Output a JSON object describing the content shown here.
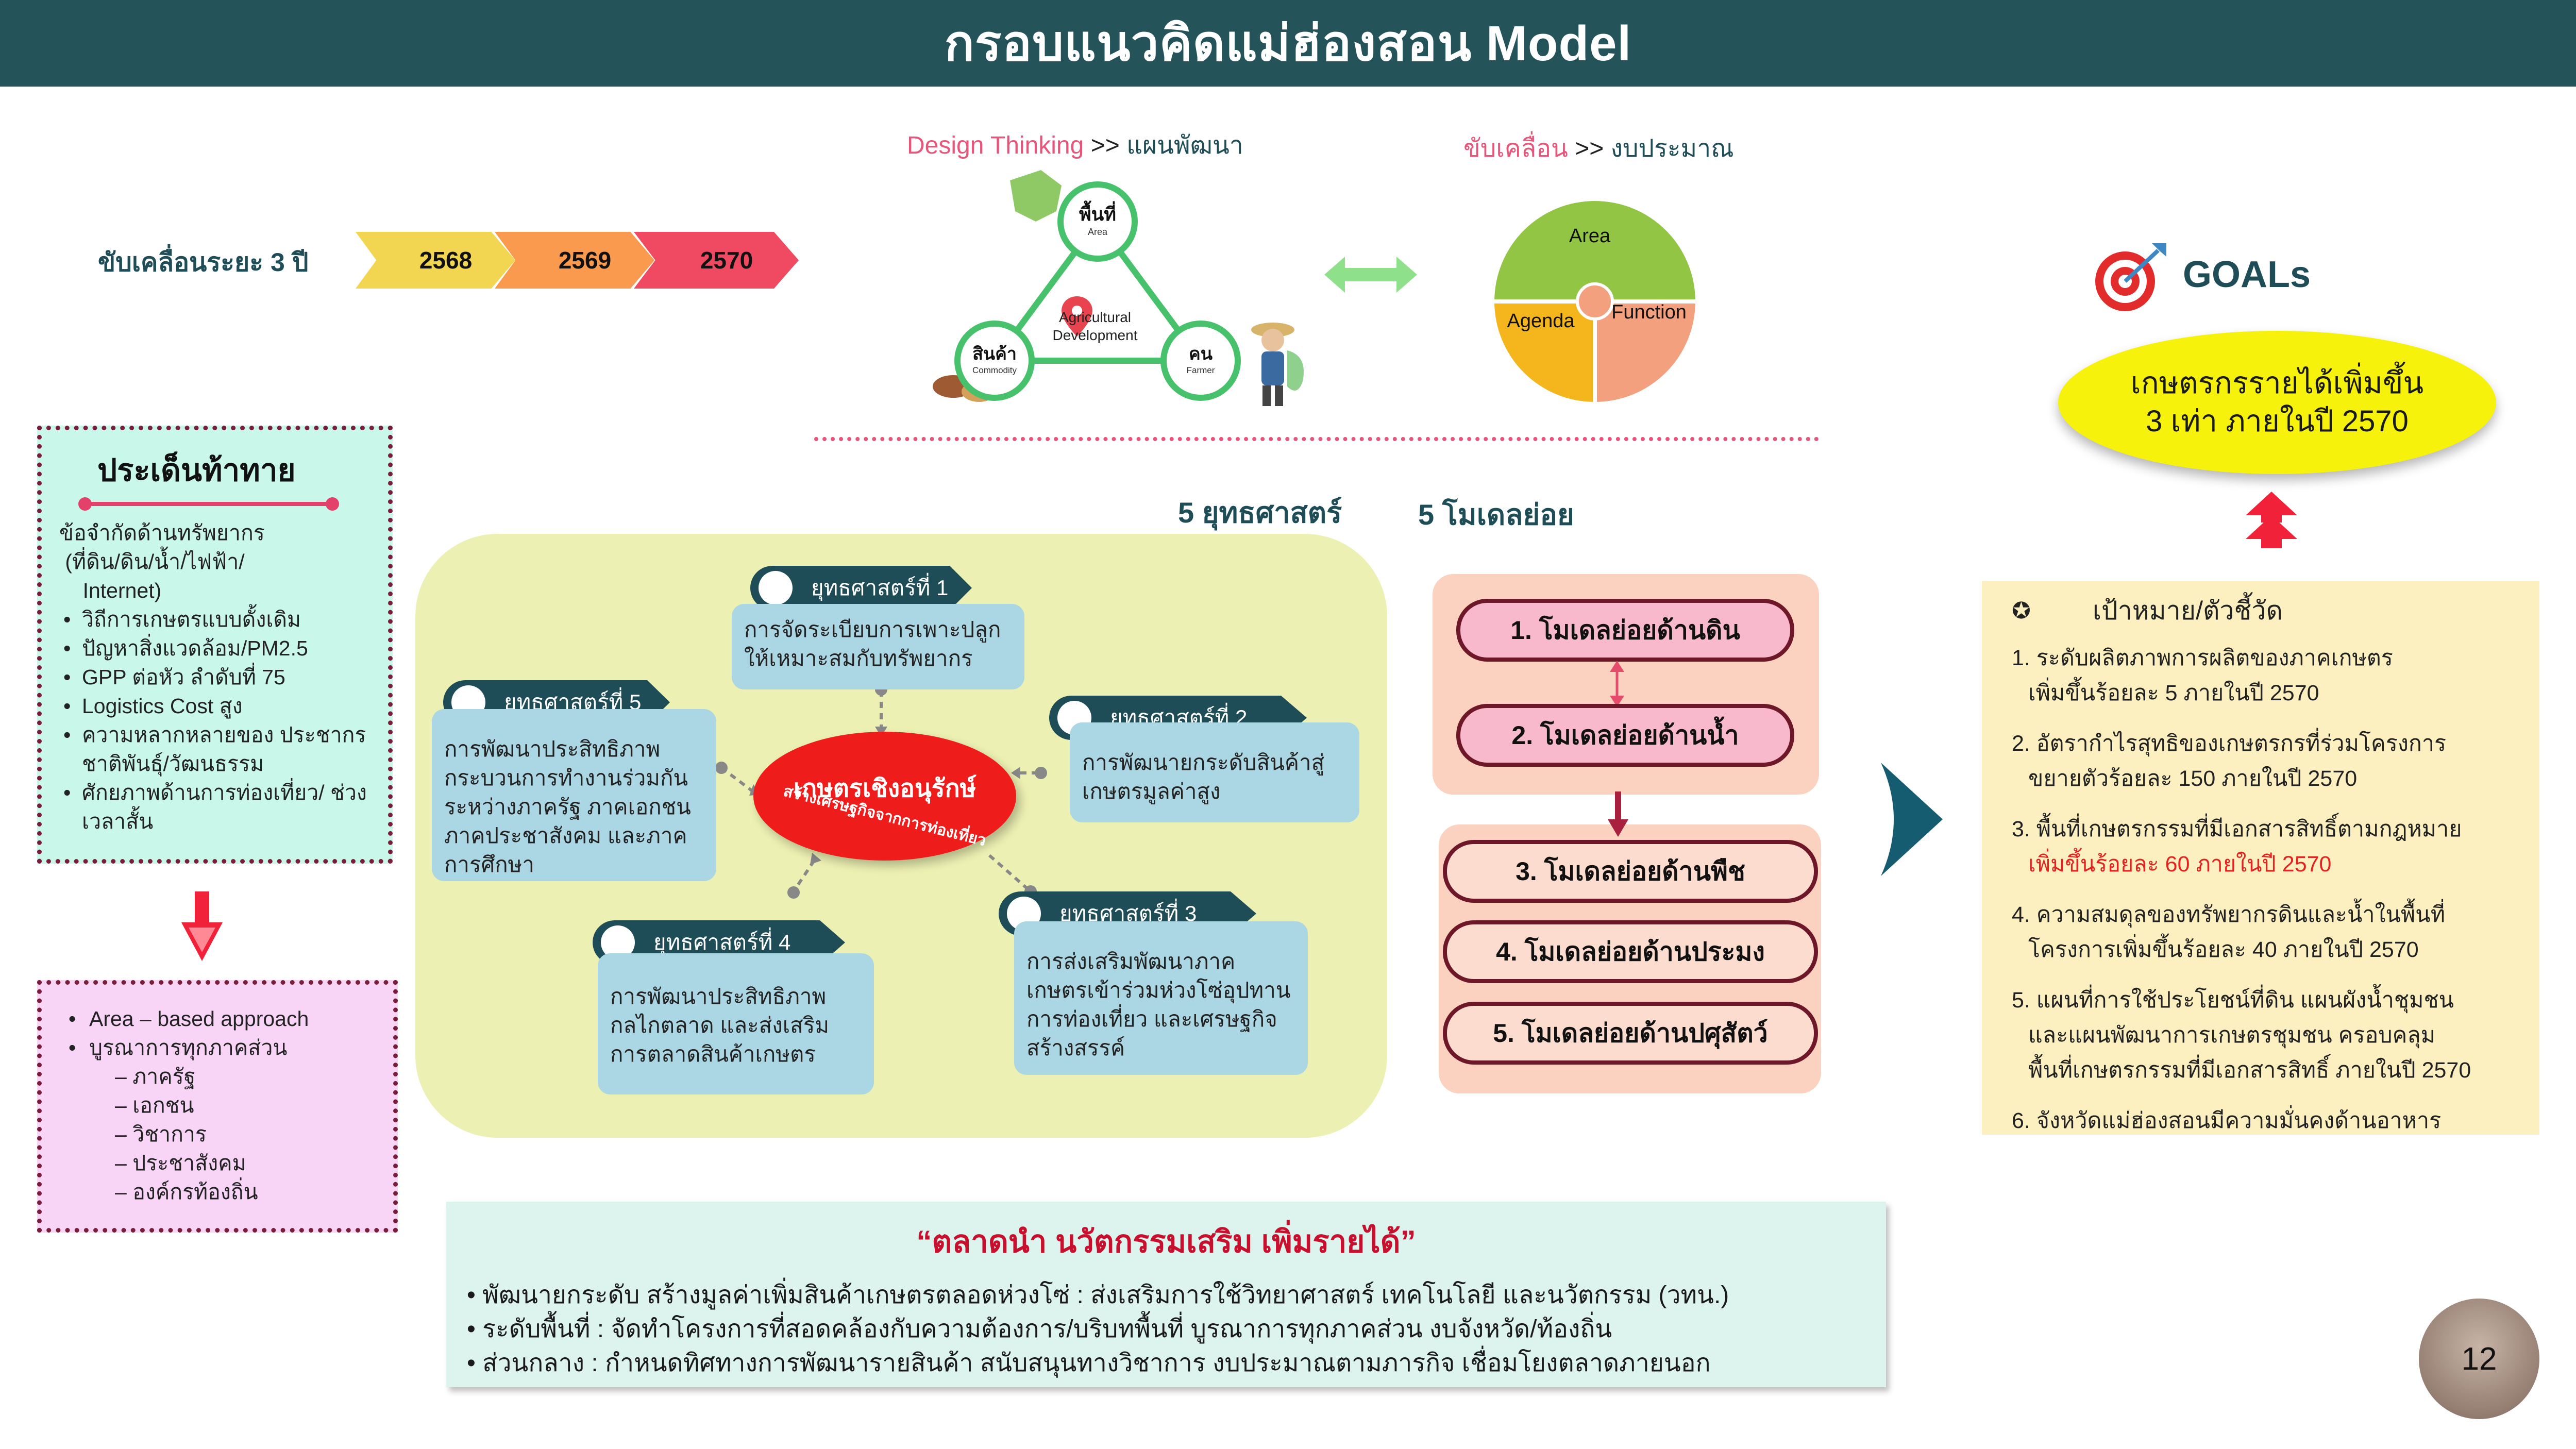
{
  "header": {
    "title": "กรอบแนวคิดแม่ฮ่องสอน Model"
  },
  "timeline": {
    "label": "ขับเคลื่อนระยะ 3 ปี",
    "years": [
      "2568",
      "2569",
      "2570"
    ]
  },
  "design": {
    "prefix": "Design Thinking",
    "arrow": ">>",
    "suffix": "แผนพัฒนา",
    "nodes": {
      "area_th": "พื้นที่",
      "area_en": "Area",
      "commodity_th": "สินค้า",
      "commodity_en": "Commodity",
      "farmer_th": "คน",
      "farmer_en": "Farmer",
      "center_line1": "Agricultural",
      "center_line2": "Development"
    }
  },
  "budget": {
    "prefix": "ขับเคลื่อน",
    "arrow": ">>",
    "suffix": "งบประมาณ",
    "pieces": {
      "area": "Area",
      "agenda": "Agenda",
      "function": "Function"
    }
  },
  "challenges": {
    "title": "ประเด็นท้าทาย",
    "intro": [
      "ข้อจำกัดด้านทรัพยากร",
      " (ที่ดิน/ดิน/น้ำ/ไฟฟ้า/",
      "    Internet)"
    ],
    "items": [
      "วิถีการเกษตรแบบดั้งเดิม",
      "ปัญหาสิ่งแวดล้อม/PM2.5",
      "GPP ต่อหัว ลำดับที่ 75",
      "Logistics Cost สูง",
      "ความหลากหลายของ ประชากรชาติพันธุ์/วัฒนธรรม",
      "ศักยภาพด้านการท่องเที่ยว/ ช่วงเวลาสั้น"
    ]
  },
  "approach": {
    "items": [
      "Area – based approach",
      "บูรณาการทุกภาคส่วน"
    ],
    "sub": [
      "– ภาครัฐ",
      "– เอกชน",
      "– วิชาการ",
      "– ประชาสังคม",
      "– องค์กรท้องถิ่น"
    ]
  },
  "strategies": {
    "heading": "5 ยุทธศาสตร์",
    "center_title": "เกษตรเชิงอนุรักษ์",
    "center_sub": "สร้างเศรษฐกิจจากการท่องเที่ยว",
    "list": [
      {
        "tag": "ยุทธศาสตร์ที่ 1",
        "text": "การจัดระเบียบการเพาะปลูกให้เหมาะสมกับทรัพยากร"
      },
      {
        "tag": "ยุทธศาสตร์ที่ 2",
        "text": "การพัฒนายกระดับสินค้าสู่เกษตรมูลค่าสูง"
      },
      {
        "tag": "ยุทธศาสตร์ที่ 3",
        "text": "การส่งเสริมพัฒนาภาคเกษตรเข้าร่วมห่วงโซ่อุปทานการท่องเที่ยว และเศรษฐกิจสร้างสรรค์"
      },
      {
        "tag": "ยุทธศาสตร์ที่ 4",
        "text": "การพัฒนาประสิทธิภาพกลไกตลาด และส่งเสริมการตลาดสินค้าเกษตร"
      },
      {
        "tag": "ยุทธศาสตร์ที่ 5",
        "text": "การพัฒนาประสิทธิภาพกระบวนการทำงานร่วมกันระหว่างภาครัฐ ภาคเอกชน ภาคประชาสังคม และภาคการศึกษา"
      }
    ]
  },
  "submodels": {
    "heading": "5 โมเดลย่อย",
    "items": [
      "1. โมเดลย่อยด้านดิน",
      "2. โมเดลย่อยด้านน้ำ",
      "3. โมเดลย่อยด้านพืช",
      "4. โมเดลย่อยด้านประมง",
      "5. โมเดลย่อยด้านปศุสัตว์"
    ]
  },
  "goals": {
    "label": "GOALs",
    "main_line1": "เกษตรกรรายได้เพิ่มขึ้น",
    "main_line2": "3 เท่า ภายในปี 2570",
    "targets_title": "เป้าหมาย/ตัวชี้วัด",
    "targets": [
      {
        "l1": "1. ระดับผลิตภาพการผลิตของภาคเกษตร",
        "l2": "เพิ่มขึ้นร้อยละ 5 ภายในปี 2570"
      },
      {
        "l1": "2. อัตรากำไรสุทธิของเกษตรกรที่ร่วมโครงการ",
        "l2": "ขยายตัวร้อยละ 150 ภายในปี 2570"
      },
      {
        "l1": "3. พื้นที่เกษตรกรรมที่มีเอกสารสิทธิ์ตามกฎหมาย",
        "l2": "เพิ่มขึ้นร้อยละ 60 ภายในปี 2570"
      },
      {
        "l1": "4. ความสมดุลของทรัพยากรดินและน้ำในพื้นที่",
        "l2": "โครงการเพิ่มขึ้นร้อยละ 40 ภายในปี 2570"
      },
      {
        "l1": "5. แผนที่การใช้ประโยชน์ที่ดิน แผนผังน้ำชุมชน",
        "l2": "และแผนพัฒนาการเกษตรชุมชน ครอบคลุม",
        "l3": "พื้นที่เกษตรกรรมที่มีเอกสารสิทธิ์ ภายในปี 2570"
      },
      {
        "l1": "6. จังหวัดแม่ฮ่องสอนมีความมั่นคงด้านอาหาร"
      }
    ]
  },
  "bottom": {
    "title": "“ตลาดนำ นวัตกรรมเสริม เพิ่มรายได้”",
    "lines": [
      "• พัฒนายกระดับ สร้างมูลค่าเพิ่มสินค้าเกษตรตลอดห่วงโซ่ : ส่งเสริมการใช้วิทยาศาสตร์ เทคโนโลยี และนวัตกรรม (วทน.)",
      "• ระดับพื้นที่ : จัดทำโครงการที่สอดคล้องกับความต้องการ/บริบทพื้นที่ บูรณาการทุกภาคส่วน งบจังหวัด/ท้องถิ่น",
      "• ส่วนกลาง : กำหนดทิศทางการพัฒนารายสินค้า สนับสนุนทางวิชาการ งบประมาณตามภารกิจ เชื่อมโยงตลาดภายนอก"
    ]
  },
  "page_number": "12",
  "colors": {
    "header": "#24535a",
    "teal_dark": "#1e4d57",
    "red": "#ef1c1c",
    "yellow": "#f7f20c"
  }
}
